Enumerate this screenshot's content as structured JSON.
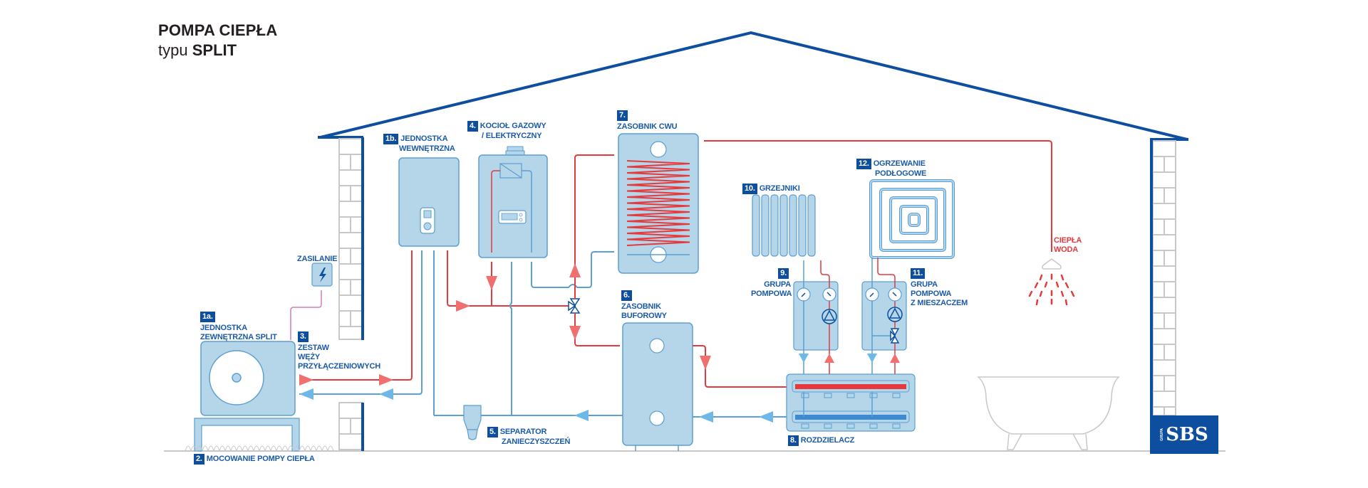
{
  "title": {
    "main": "POMPA CIEPŁA",
    "sub_prefix": "typu",
    "sub_bold": "SPLIT"
  },
  "colors": {
    "house_outline": "#0d4f9e",
    "wall_bricks": "#c8c8c8",
    "unit_fill": "#b5d5e8",
    "unit_stroke": "#5b9fd3",
    "hot_pipe": "#e43a3d",
    "hot_arrow": "#f07070",
    "cold_pipe": "#5b9fd3",
    "cold_arrow": "#6db8e8",
    "power_line": "#d27fbd",
    "label_blue": "#1a5aa8",
    "badge_bg": "#0d4f9e",
    "hot_water_label": "#e43a3d"
  },
  "components": [
    {
      "id": "1a",
      "num": "1a.",
      "lines": [
        "JEDNOSTKA",
        "ZEWNĘTRZNA SPLIT"
      ]
    },
    {
      "id": "1b",
      "num": "1b.",
      "lines": [
        "JEDNOSTKA",
        "WEWNĘTRZNA"
      ]
    },
    {
      "id": "2",
      "num": "2.",
      "lines": [
        "MOCOWANIE POMPY CIEPŁA"
      ]
    },
    {
      "id": "3",
      "num": "3.",
      "lines": [
        "ZESTAW",
        "WĘŻY",
        "PRZYŁĄCZENIOWYCH"
      ]
    },
    {
      "id": "4",
      "num": "4.",
      "lines": [
        "KOCIOŁ GAZOWY",
        "/ ELEKTRYCZNY"
      ]
    },
    {
      "id": "5",
      "num": "5.",
      "lines": [
        "SEPARATOR",
        "ZANIECZYSZCZEŃ"
      ]
    },
    {
      "id": "6",
      "num": "6.",
      "lines": [
        "ZASOBNIK",
        "BUFOROWY"
      ]
    },
    {
      "id": "7",
      "num": "7.",
      "lines": [
        "ZASOBNIK CWU"
      ]
    },
    {
      "id": "8",
      "num": "8.",
      "lines": [
        "ROZDZIELACZ"
      ]
    },
    {
      "id": "9",
      "num": "9.",
      "lines": [
        "GRUPA",
        "POMPOWA"
      ]
    },
    {
      "id": "10",
      "num": "10.",
      "lines": [
        "GRZEJNIKI"
      ]
    },
    {
      "id": "11",
      "num": "11.",
      "lines": [
        "GRUPA",
        "POMPOWA",
        "Z MIESZACZEM"
      ]
    },
    {
      "id": "12",
      "num": "12.",
      "lines": [
        "OGRZEWANIE",
        "PODŁOGOWE"
      ]
    }
  ],
  "extra_labels": {
    "power": "ZASILANIE",
    "hot_water": [
      "CIEPŁA",
      "WODA"
    ]
  },
  "logo": {
    "text": "SBS",
    "small": "GRUPA"
  }
}
